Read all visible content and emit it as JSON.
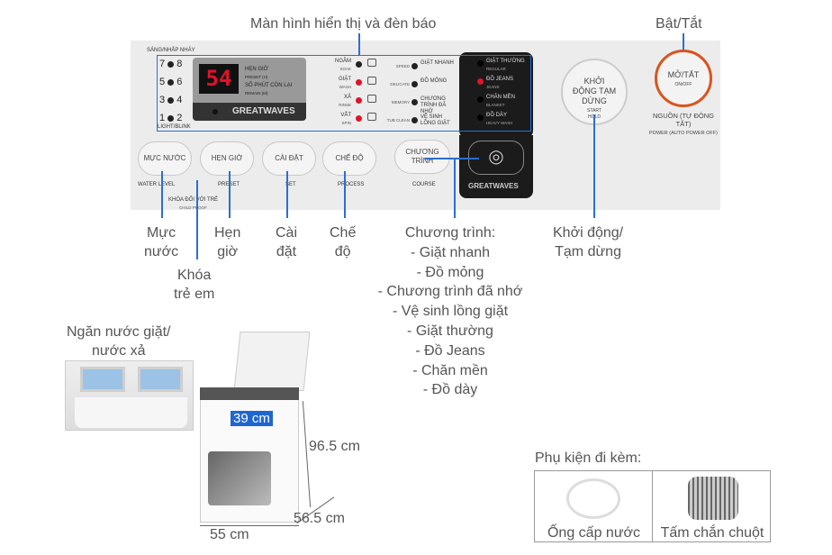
{
  "callouts": {
    "display": "Màn hình hiển thị và đèn báo",
    "power": "Bật/Tắt",
    "water_level": [
      "Mực",
      "nước"
    ],
    "preset": [
      "Hẹn",
      "giờ"
    ],
    "set": [
      "Cài",
      "đặt"
    ],
    "process": [
      "Chế",
      "độ"
    ],
    "child_lock": [
      "Khóa",
      "trẻ em"
    ],
    "start": [
      "Khởi động/",
      "Tạm dừng"
    ],
    "course_title": "Chương trình:",
    "course_items": [
      "- Giặt nhanh",
      "- Đồ mỏng",
      "- Chương trình đã nhớ",
      "- Vệ sinh lồng giặt",
      "- Giặt thường",
      "- Đồ Jeans",
      "- Chăn mền",
      "- Đồ dày"
    ]
  },
  "panel": {
    "light_blink_top": "SÁNG/NHẤP NHÁY",
    "light_blink_bottom": "LIGHT/BLINK",
    "level_numbers": [
      [
        "7",
        "8"
      ],
      [
        "5",
        "6"
      ],
      [
        "3",
        "4"
      ],
      [
        "1",
        "2"
      ]
    ],
    "display_value": "54",
    "preset_label": "HẸN GIỜ",
    "preset_en": "PRESET (H)",
    "remain_label": "SỐ PHÚT CÒN LẠI",
    "remain_en": "REMAIN (M)",
    "brand": "GREATWAVES",
    "process_steps": [
      {
        "vi": "NGÂM",
        "en": "SOAK",
        "lit": false
      },
      {
        "vi": "GIẶT",
        "en": "WASH",
        "lit": true
      },
      {
        "vi": "XẢ",
        "en": "RINSE",
        "lit": true
      },
      {
        "vi": "VẮT",
        "en": "SPIN",
        "lit": true
      }
    ],
    "courses_left": [
      {
        "en": "SPEED",
        "vi": "GIẶT NHANH"
      },
      {
        "en": "DELICATE",
        "vi": "ĐỒ MỎNG"
      },
      {
        "en": "MEMORY",
        "vi": "CHƯƠNG TRÌNH ĐÃ NHỚ"
      },
      {
        "en": "TUB CLEAN",
        "vi": "VỆ SINH LỒNG GIẶT"
      }
    ],
    "courses_right": [
      {
        "vi": "GIẶT THƯỜNG",
        "en": "REGULAR",
        "lit": false
      },
      {
        "vi": "ĐỒ JEANS",
        "en": "JEANS",
        "lit": true
      },
      {
        "vi": "CHĂN MỀN",
        "en": "BLANKET",
        "lit": false
      },
      {
        "vi": "ĐỒ DÀY",
        "en": "HEAVY WASH",
        "lit": false
      }
    ],
    "buttons": {
      "water_level": "MỰC NƯỚC",
      "water_level_en": "WATER LEVEL",
      "preset": "HẸN GIỜ",
      "preset_en": "PRESET",
      "set": "CÀI ĐẶT",
      "set_en": "SET",
      "process": "CHẾ ĐỘ",
      "process_en": "PROCESS",
      "course": "CHƯƠNG TRÌNH",
      "course_en": "COURSE",
      "child_lock": "KHÓA ĐỐI VỚI TRẺ",
      "child_lock_en": "CHILD PROOF",
      "start": "KHỞI ĐỘNG TẠM DỪNG",
      "start_en": "START HOLD",
      "power": "MỞ/TẮT",
      "power_en": "ON/OFF",
      "power_caption": "NGUỒN (TỰ ĐỘNG TẮT)",
      "power_caption_en": "POWER (AUTO POWER OFF)"
    }
  },
  "dispenser": {
    "title": [
      "Ngăn nước giặt/",
      "nước xả"
    ]
  },
  "dimensions": {
    "width": "55 cm",
    "depth": "56.5 cm",
    "height": "96.5 cm",
    "inner": "39 cm"
  },
  "accessories": {
    "title": "Phụ kiện đi kèm:",
    "items": [
      "Ống cấp nước",
      "Tấm chắn chuột"
    ]
  },
  "colors": {
    "callout_line": "#2a6fd1",
    "power_ring": "#d9541e",
    "led": "#e0132a"
  }
}
